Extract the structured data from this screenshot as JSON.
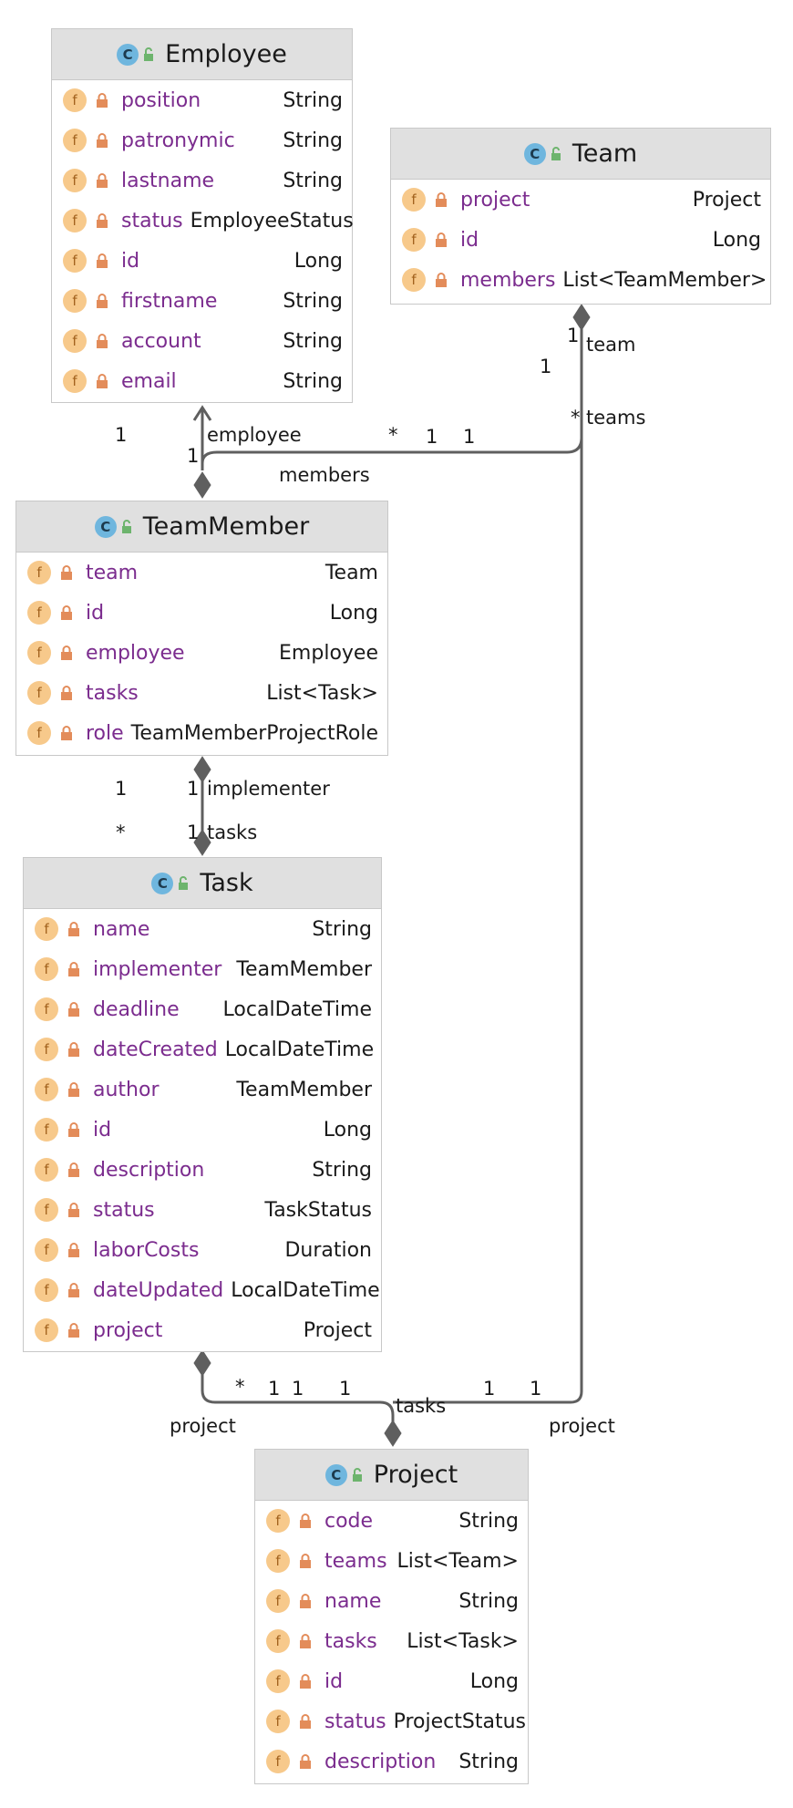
{
  "classes": {
    "employee": {
      "name": "Employee",
      "fields": [
        {
          "name": "position",
          "type": "String"
        },
        {
          "name": "patronymic",
          "type": "String"
        },
        {
          "name": "lastname",
          "type": "String"
        },
        {
          "name": "status",
          "type": "EmployeeStatus"
        },
        {
          "name": "id",
          "type": "Long"
        },
        {
          "name": "firstname",
          "type": "String"
        },
        {
          "name": "account",
          "type": "String"
        },
        {
          "name": "email",
          "type": "String"
        }
      ]
    },
    "team": {
      "name": "Team",
      "fields": [
        {
          "name": "project",
          "type": "Project"
        },
        {
          "name": "id",
          "type": "Long"
        },
        {
          "name": "members",
          "type": "List<TeamMember>"
        }
      ]
    },
    "teammember": {
      "name": "TeamMember",
      "fields": [
        {
          "name": "team",
          "type": "Team"
        },
        {
          "name": "id",
          "type": "Long"
        },
        {
          "name": "employee",
          "type": "Employee"
        },
        {
          "name": "tasks",
          "type": "List<Task>"
        },
        {
          "name": "role",
          "type": "TeamMemberProjectRole"
        }
      ]
    },
    "task": {
      "name": "Task",
      "fields": [
        {
          "name": "name",
          "type": "String"
        },
        {
          "name": "implementer",
          "type": "TeamMember"
        },
        {
          "name": "deadline",
          "type": "LocalDateTime"
        },
        {
          "name": "dateCreated",
          "type": "LocalDateTime"
        },
        {
          "name": "author",
          "type": "TeamMember"
        },
        {
          "name": "id",
          "type": "Long"
        },
        {
          "name": "description",
          "type": "String"
        },
        {
          "name": "status",
          "type": "TaskStatus"
        },
        {
          "name": "laborCosts",
          "type": "Duration"
        },
        {
          "name": "dateUpdated",
          "type": "LocalDateTime"
        },
        {
          "name": "project",
          "type": "Project"
        }
      ]
    },
    "project": {
      "name": "Project",
      "fields": [
        {
          "name": "code",
          "type": "String"
        },
        {
          "name": "teams",
          "type": "List<Team>"
        },
        {
          "name": "name",
          "type": "String"
        },
        {
          "name": "tasks",
          "type": "List<Task>"
        },
        {
          "name": "id",
          "type": "Long"
        },
        {
          "name": "status",
          "type": "ProjectStatus"
        },
        {
          "name": "description",
          "type": "String"
        }
      ]
    }
  },
  "icons": {
    "class_letter": "C",
    "field_letter": "f"
  },
  "colors": {
    "header_bg": "#e0e0e0",
    "field_name": "#7b2c8e",
    "class_icon": "#6fb6de",
    "field_icon": "#f7c98b",
    "lock": "#e38c5a",
    "unlock": "#6db46d",
    "line": "#5f5f5f"
  },
  "connection_labels": {
    "emp_mult_left": "1",
    "employee_role": "employee",
    "emp_mult_1": "1",
    "members_mult_star": "*",
    "members_mult_1a": "1",
    "members_mult_1b": "1",
    "members_role": "members",
    "team_mult_1": "1",
    "team_role": "team",
    "team_mult_1b": "1",
    "teams_mult_star": "*",
    "teams_role": "teams",
    "impl_mult_1": "1",
    "impl_mult_1b": "1",
    "implementer_role": "implementer",
    "tasks_mult_star": "*",
    "tasks_mult_1": "1",
    "tasks_role": "tasks",
    "bottom_star": "*",
    "bottom_1a": "1",
    "bottom_1b": "1",
    "bottom_1c": "1",
    "bottom_1d": "1",
    "bottom_1e": "1",
    "project_role_left": "project",
    "tasks_role_bottom": "tasks",
    "project_role_right": "project"
  }
}
